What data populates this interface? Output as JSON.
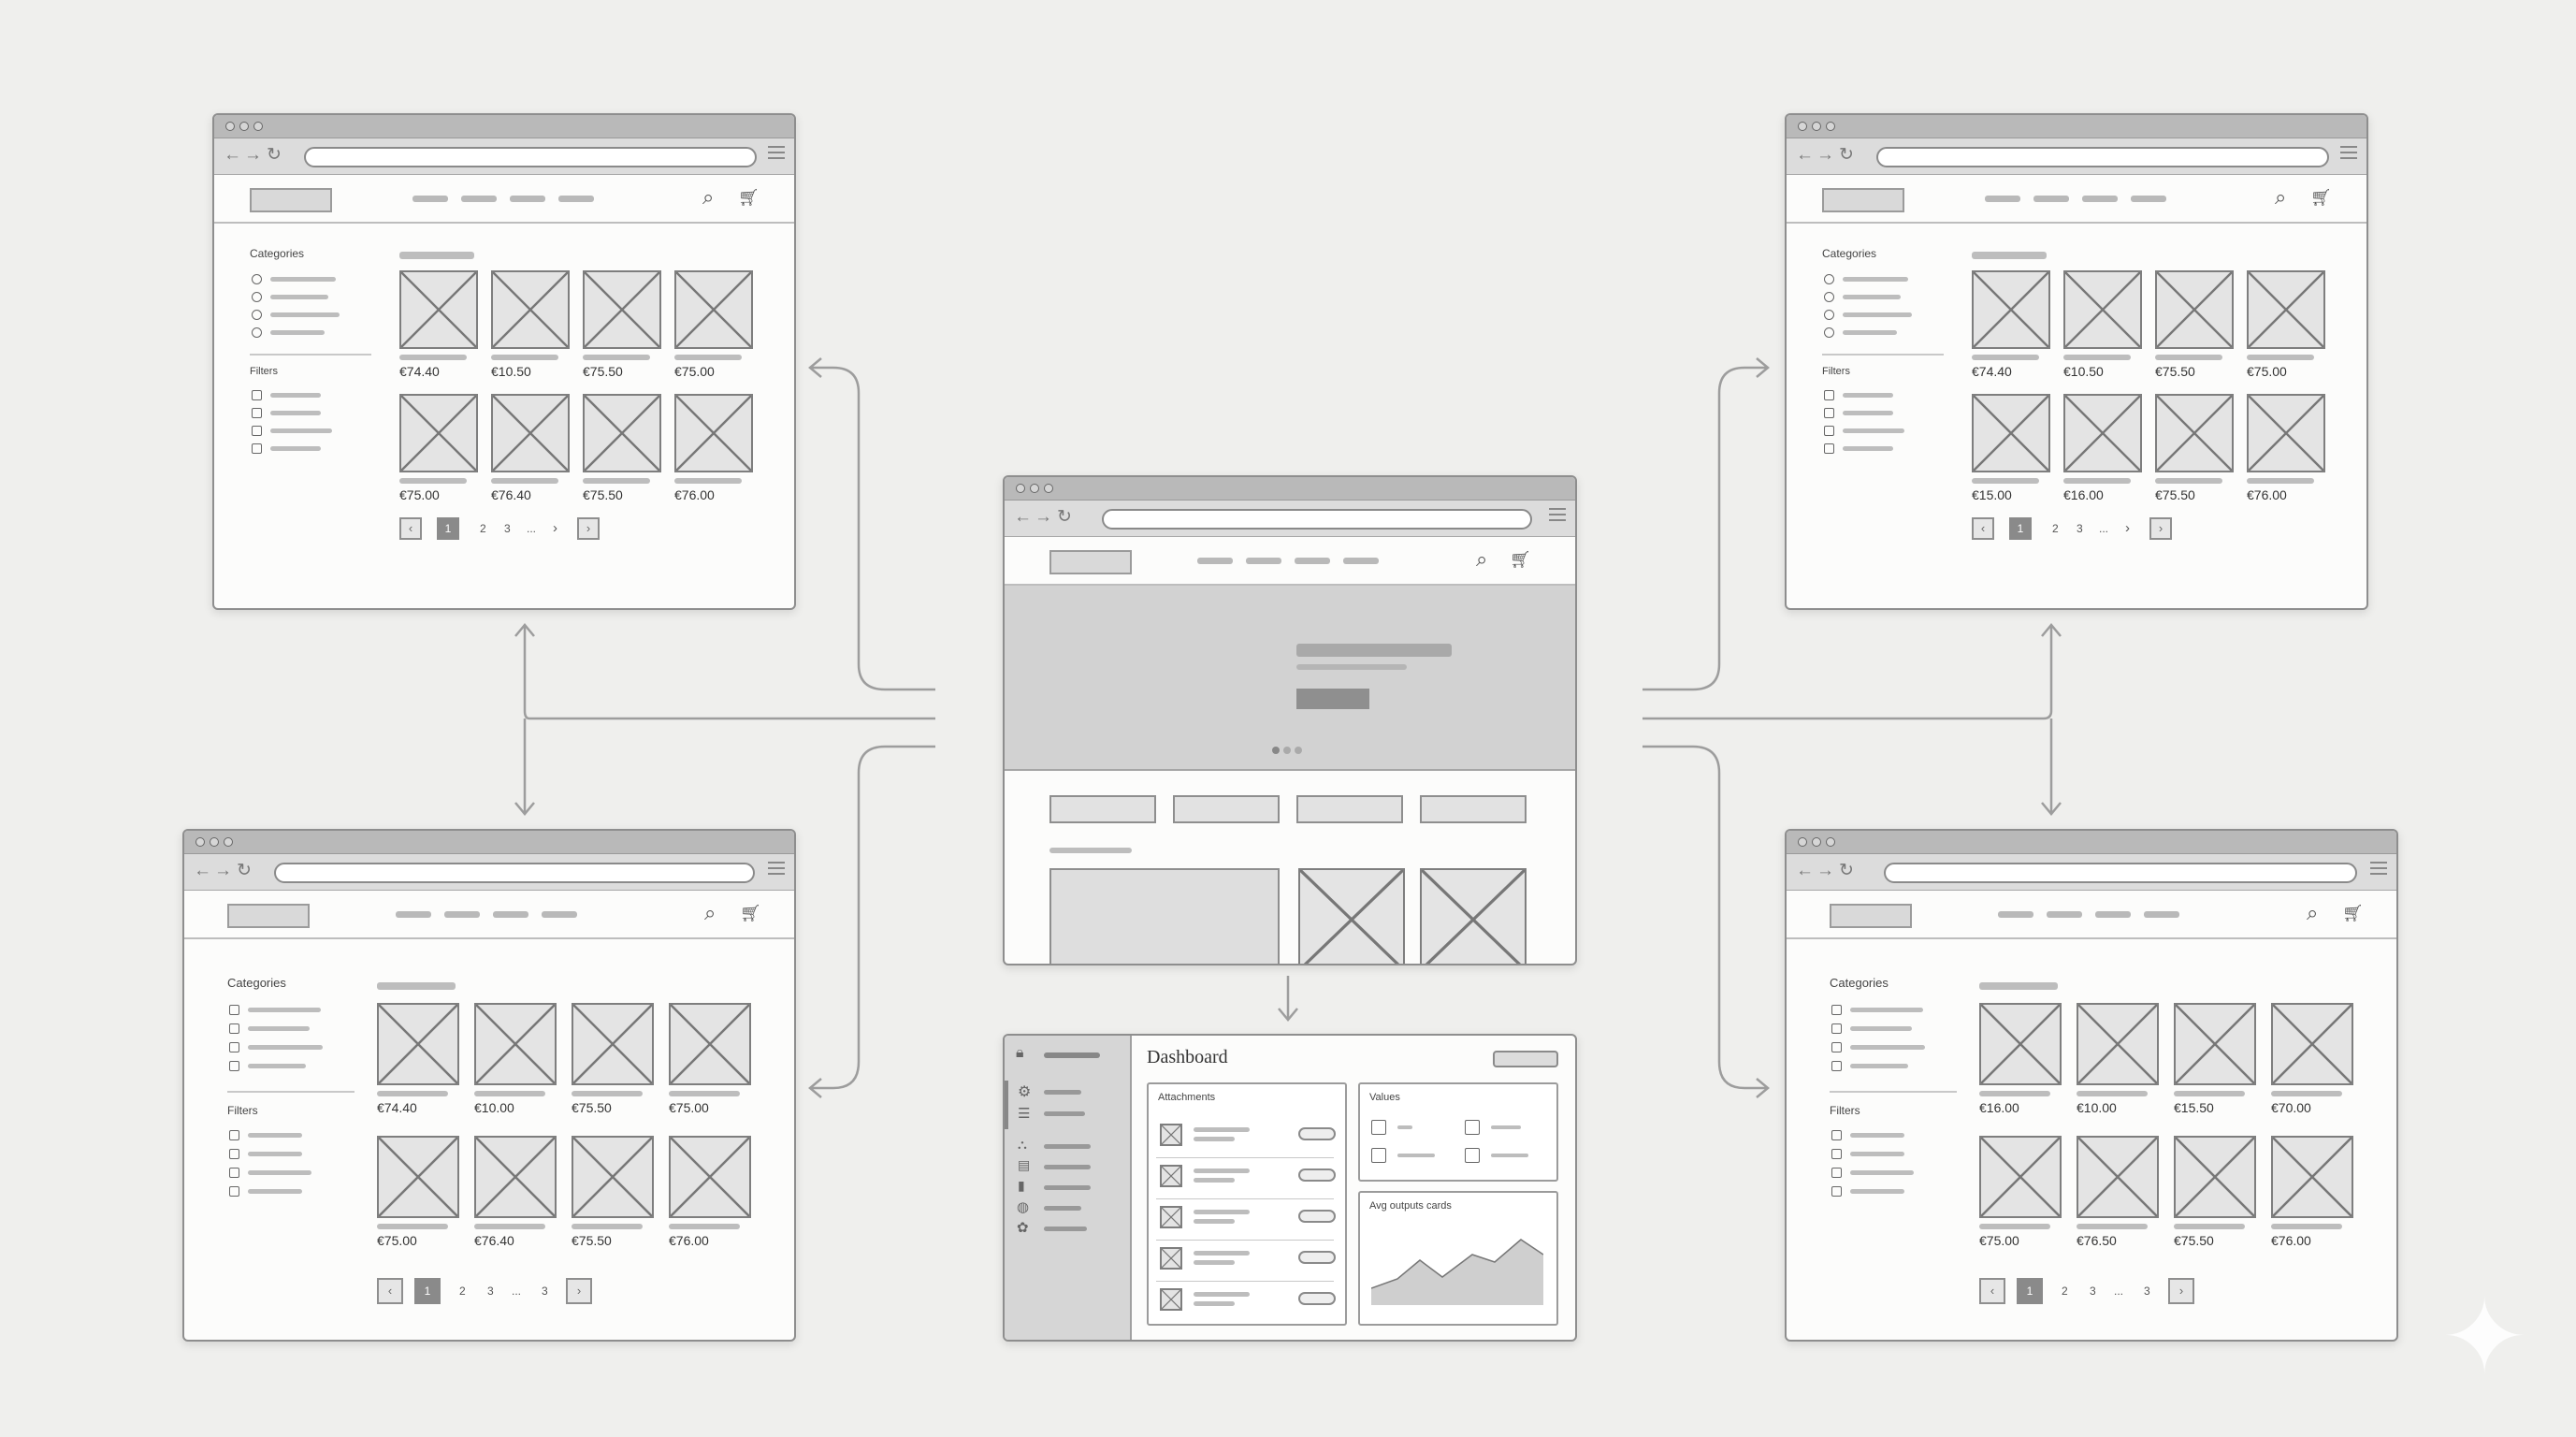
{
  "catalog_labels": {
    "categories": "Categories",
    "filters": "Filters"
  },
  "windows": {
    "top_left": {
      "prices_row1": [
        "€74.40",
        "€10.50",
        "€75.50",
        "€75.00"
      ],
      "prices_row2": [
        "€75.00",
        "€76.40",
        "€75.50",
        "€76.00"
      ],
      "pagination": {
        "current": "1",
        "pages": [
          "2",
          "3",
          "..."
        ]
      }
    },
    "top_right": {
      "prices_row1": [
        "€74.40",
        "€10.50",
        "€75.50",
        "€75.00"
      ],
      "prices_row2": [
        "€15.00",
        "€16.00",
        "€75.50",
        "€76.00"
      ],
      "pagination": {
        "current": "1",
        "pages": [
          "2",
          "3",
          "..."
        ]
      }
    },
    "bottom_left": {
      "prices_row1": [
        "€74.40",
        "€10.00",
        "€75.50",
        "€75.00"
      ],
      "prices_row2": [
        "€75.00",
        "€76.40",
        "€75.50",
        "€76.00"
      ],
      "pagination": {
        "current": "1",
        "pages": [
          "2",
          "3",
          "...",
          "3"
        ]
      }
    },
    "bottom_right": {
      "prices_row1": [
        "€16.00",
        "€10.00",
        "€15.50",
        "€70.00"
      ],
      "prices_row2": [
        "€75.00",
        "€76.50",
        "€75.50",
        "€76.00"
      ],
      "pagination": {
        "current": "1",
        "pages": [
          "2",
          "3",
          "...",
          "3"
        ]
      }
    }
  },
  "dashboard": {
    "title": "Dashboard",
    "card_left_title": "Attachments",
    "card_right_title": "Values",
    "chart_card_title": "Avg outputs cards"
  },
  "icons": {
    "back": "back-arrow-icon",
    "forward": "forward-arrow-icon",
    "reload": "reload-icon",
    "menu": "hamburger-icon",
    "search": "search-icon",
    "cart": "cart-icon",
    "placeholder": "image-placeholder-icon",
    "sparkle": "sparkle-icon"
  }
}
